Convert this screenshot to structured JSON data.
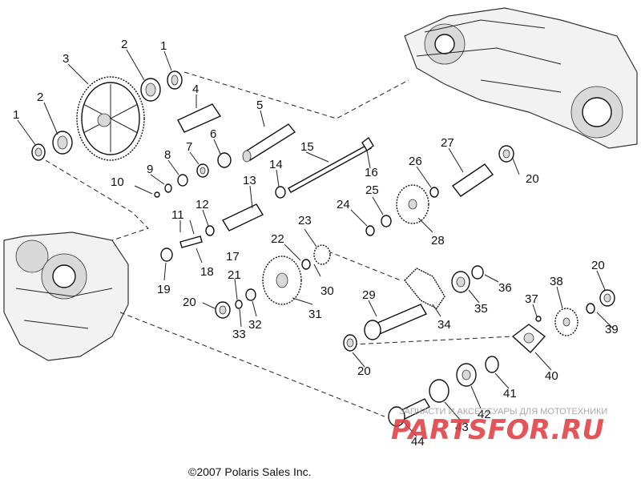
{
  "copyright": "©2007 Polaris Sales Inc.",
  "watermark": {
    "tagline": "ЗАПЧАСТИ И АКСЕССУАРЫ ДЛЯ МОТОТЕХНИКИ",
    "logo": "PARTSFOR.RU"
  },
  "labels": [
    "1",
    "2",
    "3",
    "2",
    "1",
    "4",
    "5",
    "6",
    "7",
    "8",
    "9",
    "10",
    "11",
    "12",
    "13",
    "14",
    "15",
    "16",
    "17",
    "18",
    "19",
    "20",
    "21",
    "22",
    "23",
    "24",
    "25",
    "26",
    "27",
    "20",
    "28",
    "30",
    "31",
    "32",
    "33",
    "29",
    "34",
    "35",
    "36",
    "37",
    "38",
    "20",
    "39",
    "20",
    "40",
    "41",
    "42",
    "43",
    "44"
  ]
}
